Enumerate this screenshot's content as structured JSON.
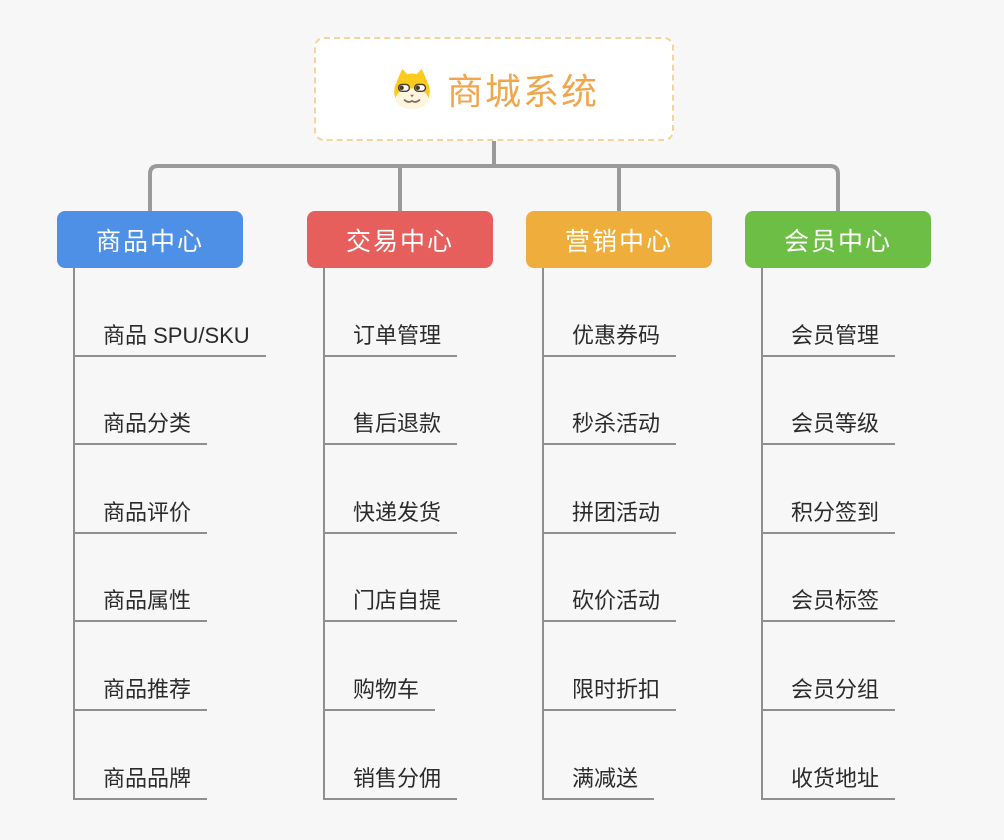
{
  "app": {
    "background_color": "#f7f7f7",
    "connector_color": "#9a9a9a",
    "underline_color": "#8f8f8f"
  },
  "root": {
    "title": "商城系统",
    "icon": "dog-face-icon",
    "text_color": "#f0a64a",
    "border_color": "#f3d49f"
  },
  "branches": [
    {
      "label": "商品中心",
      "color": "#4d90e6",
      "children": [
        "商品 SPU/SKU",
        "商品分类",
        "商品评价",
        "商品属性",
        "商品推荐",
        "商品品牌"
      ]
    },
    {
      "label": "交易中心",
      "color": "#e65f5c",
      "children": [
        "订单管理",
        "售后退款",
        "快递发货",
        "门店自提",
        "购物车",
        "销售分佣"
      ]
    },
    {
      "label": "营销中心",
      "color": "#efae3c",
      "children": [
        "优惠券码",
        "秒杀活动",
        "拼团活动",
        "砍价活动",
        "限时折扣",
        "满减送"
      ]
    },
    {
      "label": "会员中心",
      "color": "#6dbe45",
      "children": [
        "会员管理",
        "会员等级",
        "积分签到",
        "会员标签",
        "会员分组",
        "收货地址"
      ]
    }
  ]
}
